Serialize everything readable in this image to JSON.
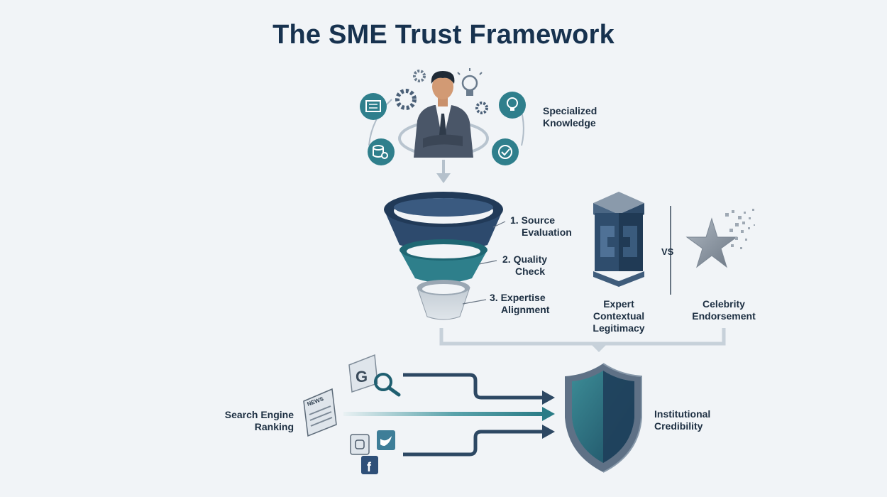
{
  "title": "The SME Trust Framework",
  "expert": {
    "label": [
      "Specialized",
      "Knowledge"
    ]
  },
  "funnel": {
    "stages": [
      {
        "label": [
          "1. Source",
          "Evaluation"
        ]
      },
      {
        "label": [
          "2. Quality",
          "Check"
        ]
      },
      {
        "label": [
          "3. Expertise",
          "Alignment"
        ]
      }
    ]
  },
  "comparison": {
    "left": [
      "Expert",
      "Contextual",
      "Legitimacy"
    ],
    "vs": "VS",
    "right": [
      "Celebrity",
      "Endorsement"
    ]
  },
  "inputs": {
    "label": [
      "Search Engine",
      "Ranking"
    ],
    "news_text": "NEWS",
    "search_letter": "G",
    "facebook_letter": "f"
  },
  "outcome": {
    "label": [
      "Institutional",
      "Credibility"
    ]
  },
  "colors": {
    "navy": "#17324f",
    "teal": "#2f7f8c",
    "slate": "#3d5876",
    "light": "#b9c6d2"
  }
}
